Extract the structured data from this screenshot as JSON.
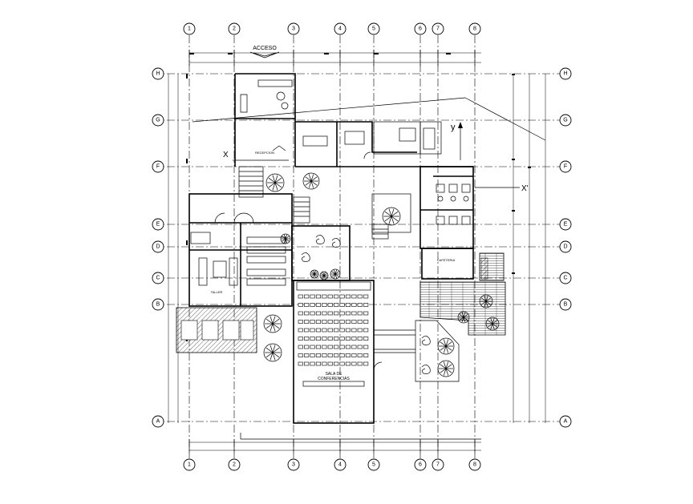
{
  "drawing": {
    "access_label": "ACCESO",
    "axis_x_label": "X",
    "axis_x_prime_label": "X'",
    "axis_y_label": "y",
    "room_labels": {
      "reception": "RECEPCION",
      "auditorium": "SALA DE\nCONFERENCIAS",
      "cafeteria": "CAFETERIA",
      "workshop": "TALLER"
    }
  },
  "grid": {
    "columns": [
      "1",
      "2",
      "3",
      "4",
      "5",
      "6",
      "7",
      "8"
    ],
    "rows": [
      "H",
      "G",
      "F",
      "E",
      "D",
      "C",
      "B",
      "A"
    ]
  },
  "colors": {
    "line": "#000000",
    "background": "#ffffff"
  }
}
